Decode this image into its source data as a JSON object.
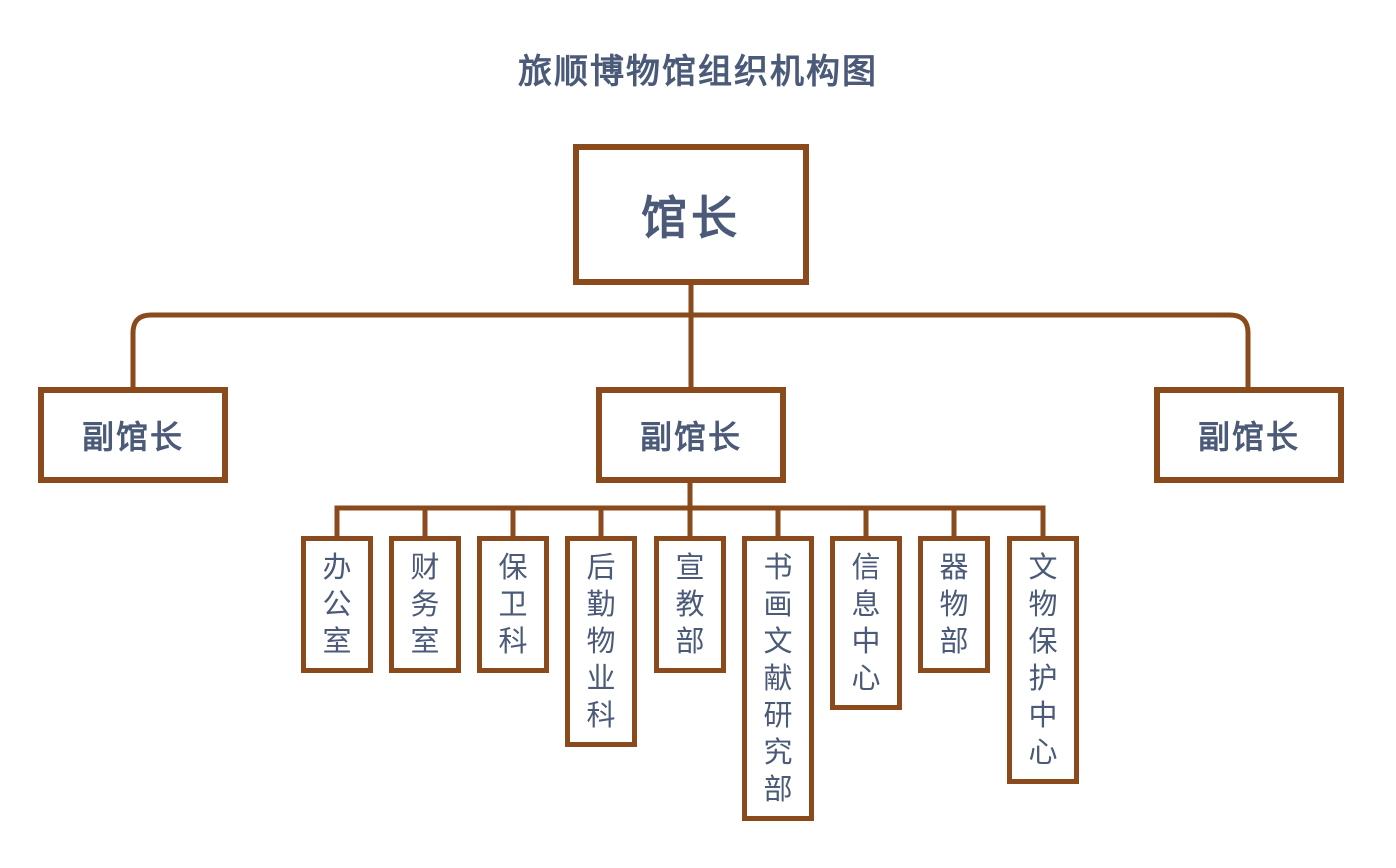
{
  "title": "旅顺博物馆组织机构图",
  "colors": {
    "line_brown": "#8a4a1b",
    "text_navy": "#4b5a78"
  },
  "nodes": {
    "director": {
      "label": "馆长"
    },
    "deputies": [
      {
        "label": "副馆长"
      },
      {
        "label": "副馆长"
      },
      {
        "label": "副馆长"
      }
    ],
    "departments": [
      {
        "label": "办公室"
      },
      {
        "label": "财务室"
      },
      {
        "label": "保卫科"
      },
      {
        "label": "后勤物业科"
      },
      {
        "label": "宣教部"
      },
      {
        "label": "书画文献研究部"
      },
      {
        "label": "信息中心"
      },
      {
        "label": "器物部"
      },
      {
        "label": "文物保护中心"
      }
    ]
  }
}
